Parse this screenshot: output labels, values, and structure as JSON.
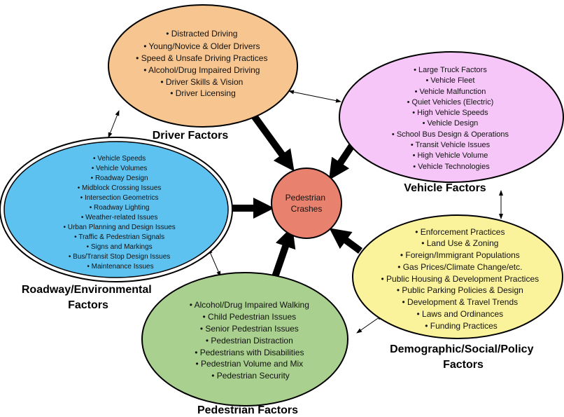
{
  "center": {
    "line1": "Pedestrian",
    "line2": "Crashes",
    "color": "#e8826e"
  },
  "categories": [
    {
      "id": "driver",
      "label_lines": [
        "Driver Factors"
      ],
      "color": "#f7c58f",
      "items": [
        "• Distracted Driving",
        "• Young/Novice & Older Drivers",
        "• Speed & Unsafe Driving Practices",
        "• Alcohol/Drug Impaired Driving",
        "• Driver Skills & Vision",
        "• Driver Licensing"
      ]
    },
    {
      "id": "vehicle",
      "label_lines": [
        "Vehicle Factors"
      ],
      "color": "#f6c6f8",
      "items": [
        "• Large Truck Factors",
        "• Vehicle Fleet",
        "• Vehicle Malfunction",
        "• Quiet Vehicles (Electric)",
        "• High Vehicle Speeds",
        "• Vehicle Design",
        "• School Bus Design & Operations",
        "• Transit Vehicle Issues",
        "• High Vehicle Volume",
        "• Vehicle Technologies"
      ]
    },
    {
      "id": "roadway",
      "label_lines": [
        "Roadway/Environmental",
        "Factors"
      ],
      "color": "#5ec2f0",
      "items": [
        "• Vehicle Speeds",
        "• Vehicle Volumes",
        "• Roadway Design",
        "• Midblock Crossing Issues",
        "• Intersection Geometrics",
        "• Roadway Lighting",
        "• Weather-related Issues",
        "• Urban Planning and Design Issues",
        "• Traffic & Pedestrian Signals",
        "• Signs and Markings",
        "• Bus/Transit Stop Design Issues",
        "• Maintenance Issues"
      ]
    },
    {
      "id": "pedestrian",
      "label_lines": [
        "Pedestrian Factors"
      ],
      "color": "#a9d08e",
      "items": [
        "• Alcohol/Drug Impaired Walking",
        "• Child Pedestrian Issues",
        "• Senior Pedestrian Issues",
        "• Pedestrian Distraction",
        "• Pedestrians with Disabilities",
        "• Pedestrian Volume and Mix",
        "• Pedestrian Security"
      ]
    },
    {
      "id": "demographic",
      "label_lines": [
        "Demographic/Social/Policy",
        "Factors"
      ],
      "color": "#fbf39b",
      "items": [
        "• Enforcement Practices",
        "• Land Use & Zoning",
        "• Foreign/Immigrant Populations",
        "• Gas Prices/Climate Change/etc.",
        "• Public Housing & Development Practices",
        "• Public Parking Policies & Design",
        "• Development & Travel Trends",
        "• Laws and Ordinances",
        "• Funding Practices"
      ]
    }
  ]
}
